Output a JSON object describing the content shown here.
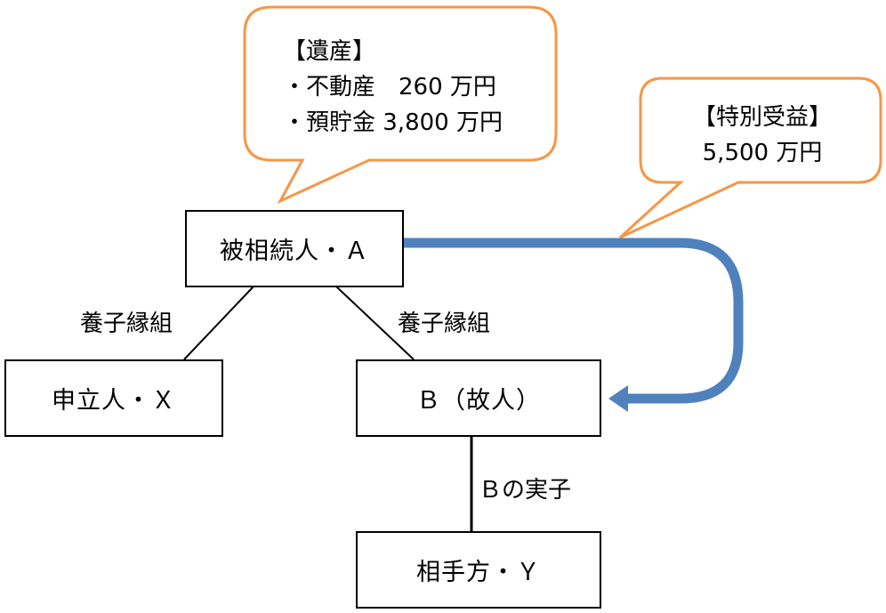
{
  "colors": {
    "callout_border": "#F79646",
    "arrow": "#4F81BD",
    "line": "#000000"
  },
  "estate_callout": {
    "title": "【遺産】",
    "items": [
      "・不動産　260 万円",
      "・預貯金 3,800 万円"
    ]
  },
  "benefit_callout": {
    "title": "【特別受益】",
    "amount": "5,500 万円"
  },
  "nodes": {
    "decedent": "被相続人・Ａ",
    "applicant": "申立人・Ｘ",
    "b_deceased": "Ｂ（故人）",
    "respondent": "相手方・Ｙ"
  },
  "relations": {
    "adoption_left": "養子縁組",
    "adoption_right": "養子縁組",
    "b_child": "Ｂの実子"
  }
}
